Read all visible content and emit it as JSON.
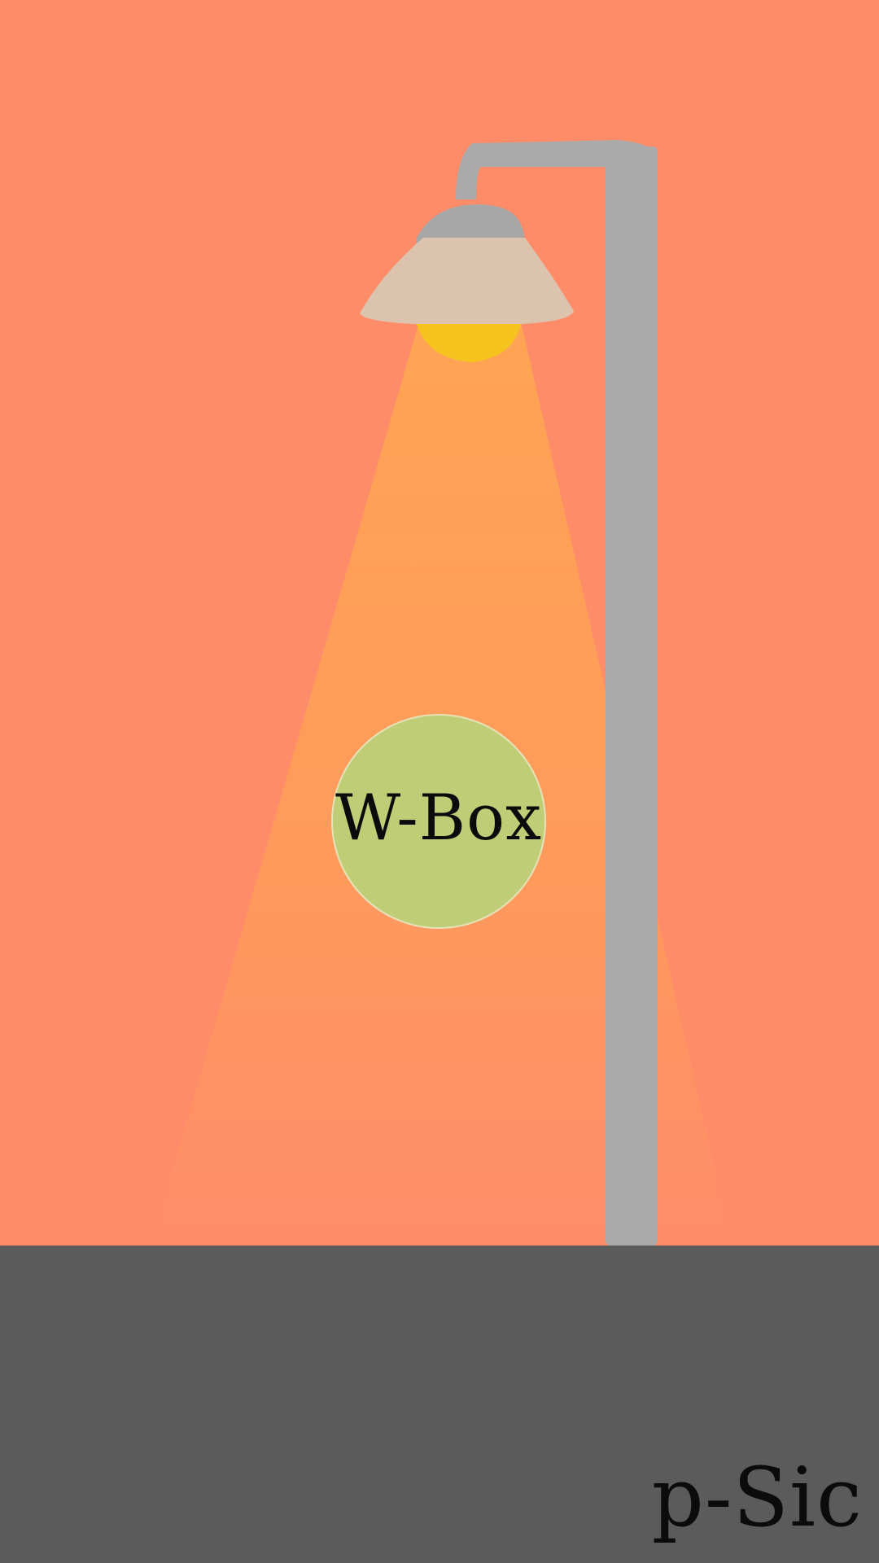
{
  "scene": {
    "logo_text": "W-Box",
    "brand_text": "p-Sic",
    "icons": [
      "street-lamp-icon",
      "light-beam",
      "light-bulb-icon"
    ]
  },
  "colors": {
    "sky": "#FF8C69",
    "ground": "#5B5B5B",
    "pole": "#AAAAAA",
    "lamp_shade": "#DCC3AE",
    "bulb": "#F5C21E",
    "light_beam": "#FFA552",
    "logo_circle": "#BFCE76",
    "text": "#0B0B0B"
  }
}
